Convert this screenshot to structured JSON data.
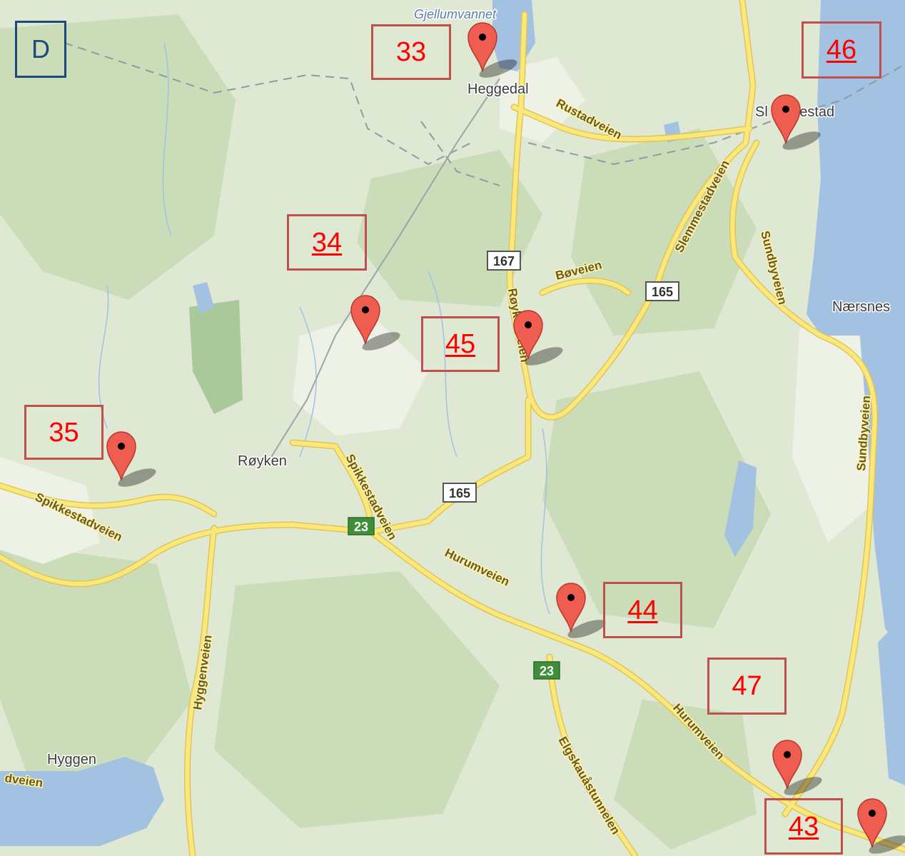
{
  "panel_label": "D",
  "places": {
    "gjellumvannet": "Gjellumvannet",
    "heggedal": "Heggedal",
    "slemmestad": "Sl        estad",
    "naersnes": "Nærsnes",
    "royken": "Røyken",
    "hyggen": "Hyggen"
  },
  "roads": {
    "rustadveien": "Rustadveien",
    "slemmestadveien": "Slemmestadveien",
    "sundbyveien_north": "Sundbyveien",
    "sundbyveien_south": "Sundbyveien",
    "boveien": "Bøveien",
    "roykenveien": "Røykenveien",
    "spikkestadveien_west": "Spikkestadveien",
    "spikkestadveien_center": "Spikkestadveien",
    "hurumveien_center": "Hurumveien",
    "hurumveien_south": "Hurumveien",
    "hyggenveien": "Hyggenveien",
    "elgskauastunnelen": "Elgskauåstunnelen",
    "dveien": "dveien"
  },
  "route_shields": {
    "r167": "167",
    "r165_north": "165",
    "r165_south": "165",
    "r23_west": "23",
    "r23_south": "23"
  },
  "sites": {
    "s33": "33",
    "s34": "34",
    "s35": "35",
    "s43": "43",
    "s44": "44",
    "s45": "45",
    "s46": "46",
    "s47": "47"
  },
  "colors": {
    "land": "#dfe8d3",
    "forest": "#c6d9b4",
    "water": "#a3c1e0",
    "road": "#fbe87a",
    "road_casing": "#e0c458",
    "marker": "#ee5d4f",
    "site_box_border": "#c0504d",
    "site_label": "#ff0000",
    "panel_border": "#1f497d"
  }
}
